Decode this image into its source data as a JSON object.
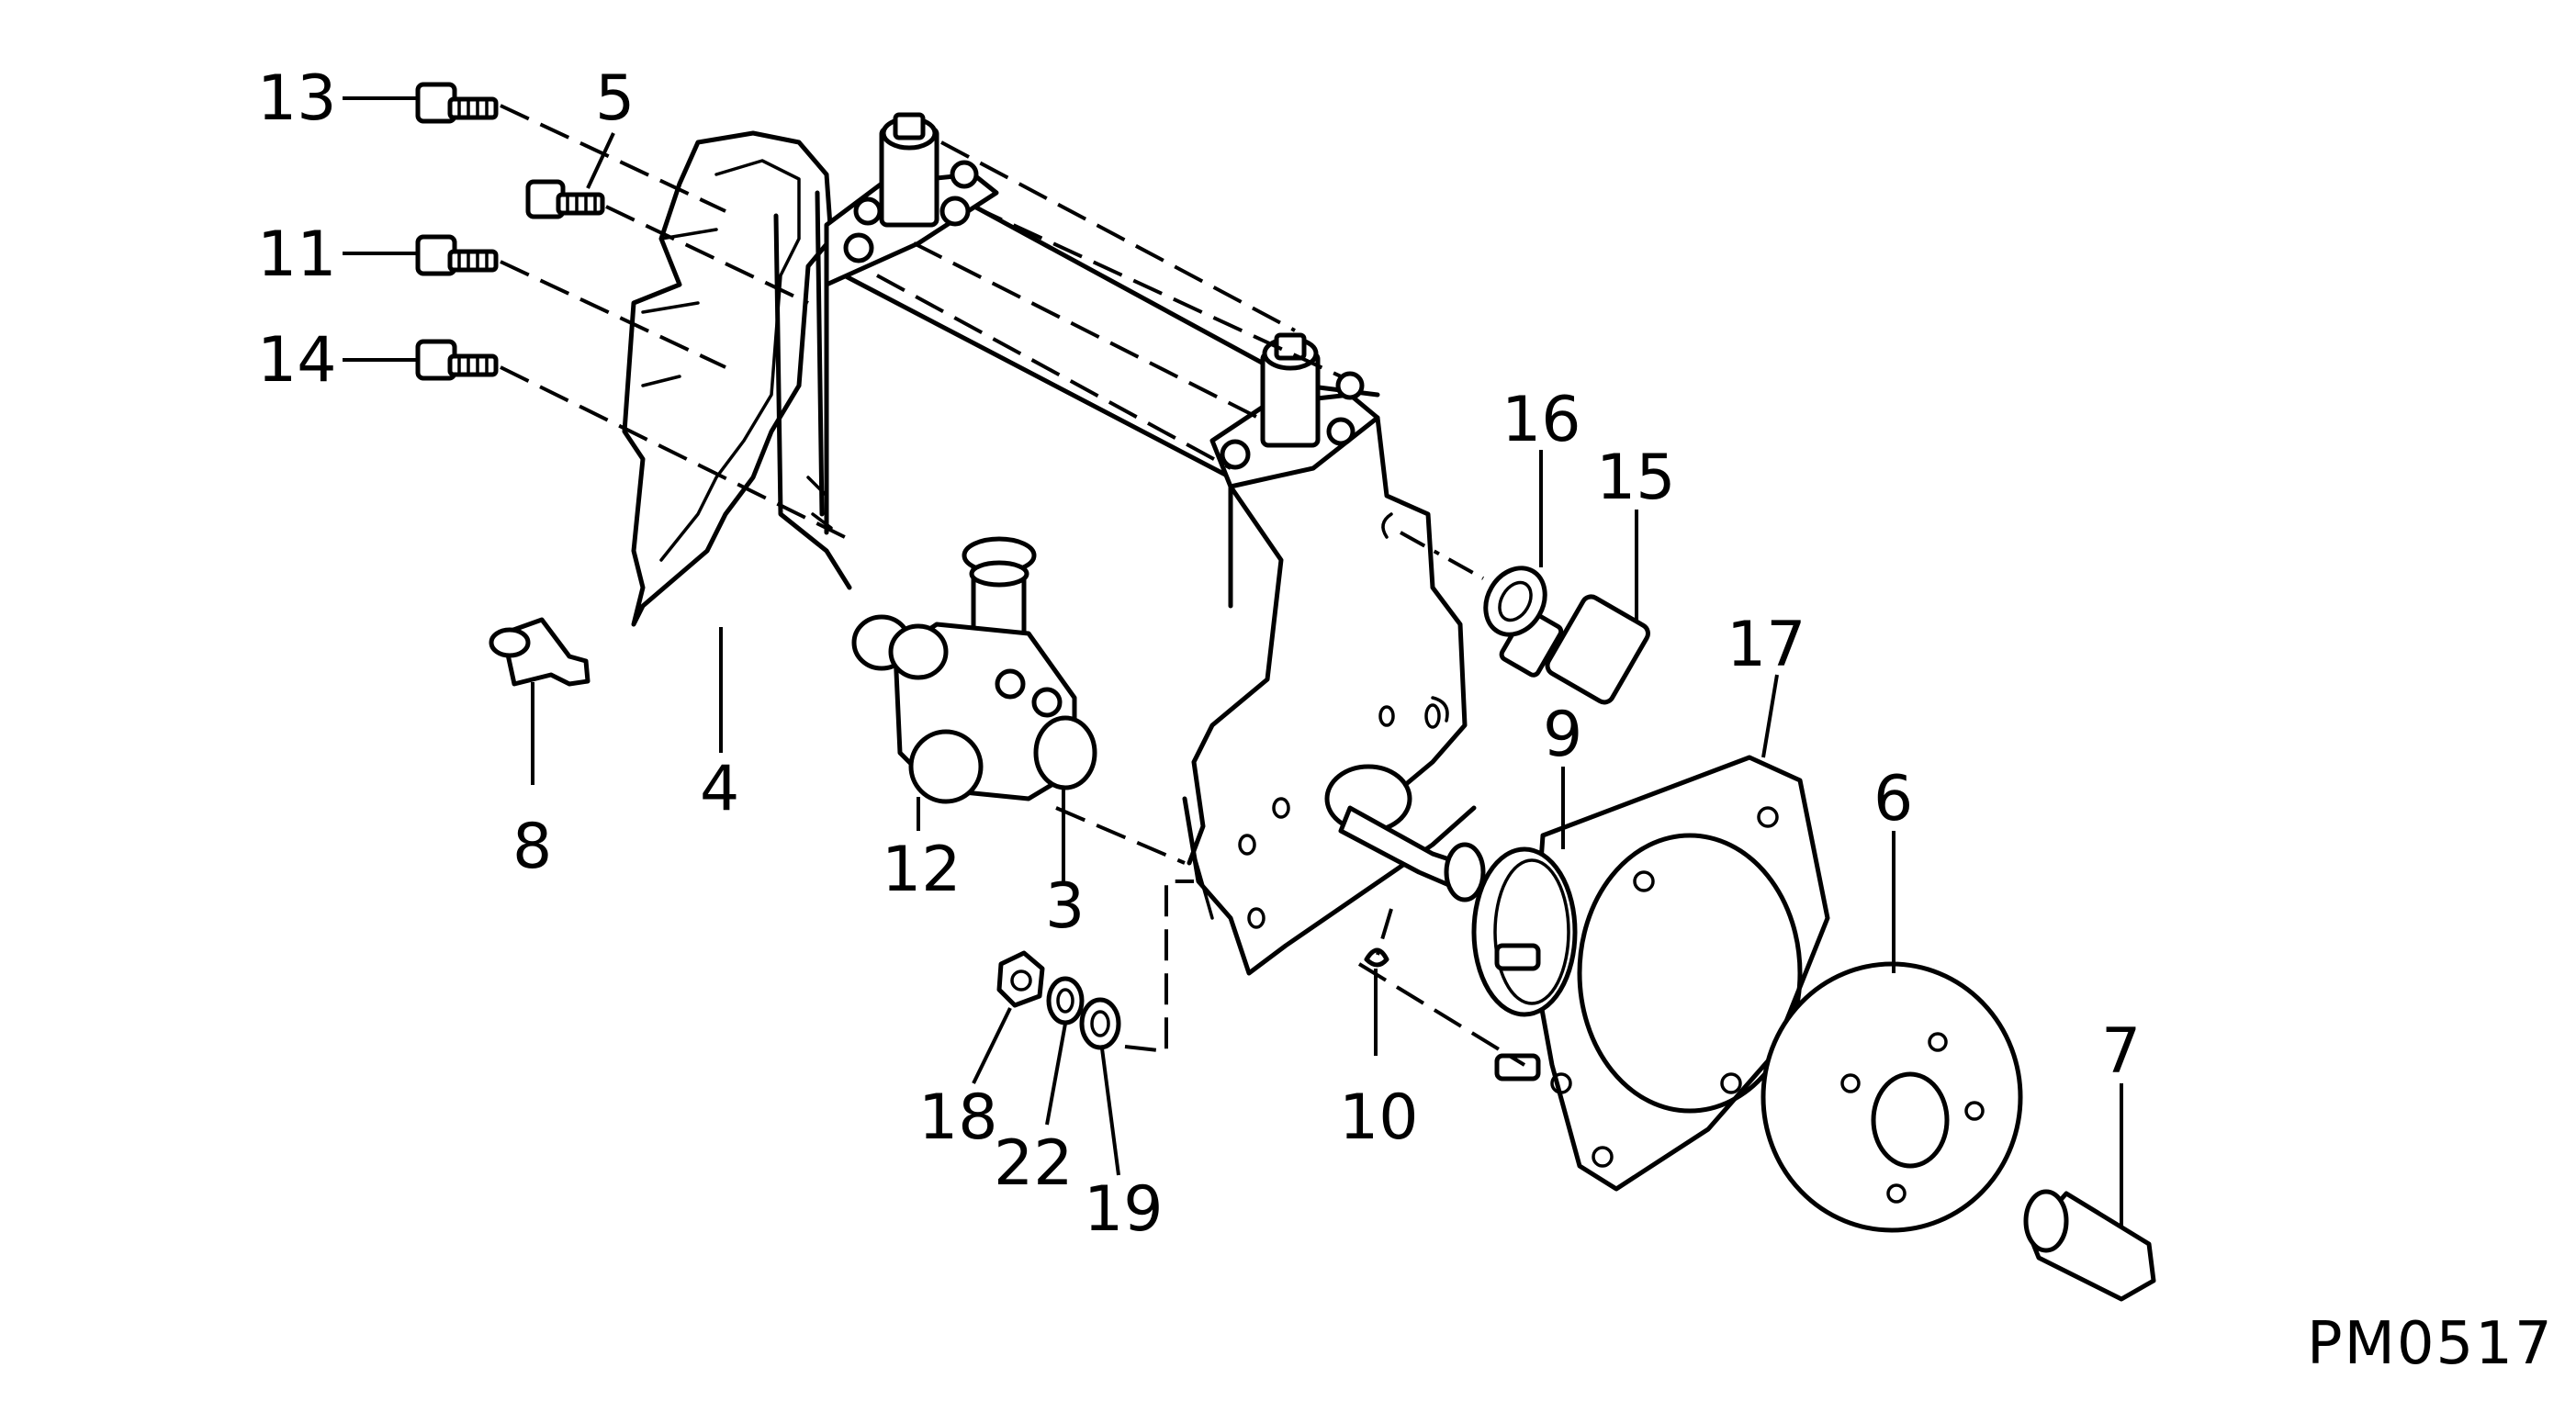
{
  "diagram": {
    "drawing_code": "PM0517",
    "callouts": [
      {
        "id": "c13",
        "label": "13"
      },
      {
        "id": "c5",
        "label": "5"
      },
      {
        "id": "c11",
        "label": "11"
      },
      {
        "id": "c14",
        "label": "14"
      },
      {
        "id": "c16",
        "label": "16"
      },
      {
        "id": "c15",
        "label": "15"
      },
      {
        "id": "c17",
        "label": "17"
      },
      {
        "id": "c9",
        "label": "9"
      },
      {
        "id": "c6",
        "label": "6"
      },
      {
        "id": "c8",
        "label": "8"
      },
      {
        "id": "c4",
        "label": "4"
      },
      {
        "id": "c12",
        "label": "12"
      },
      {
        "id": "c3",
        "label": "3"
      },
      {
        "id": "c10",
        "label": "10"
      },
      {
        "id": "c18",
        "label": "18"
      },
      {
        "id": "c22",
        "label": "22"
      },
      {
        "id": "c19",
        "label": "19"
      },
      {
        "id": "c7",
        "label": "7"
      }
    ]
  }
}
